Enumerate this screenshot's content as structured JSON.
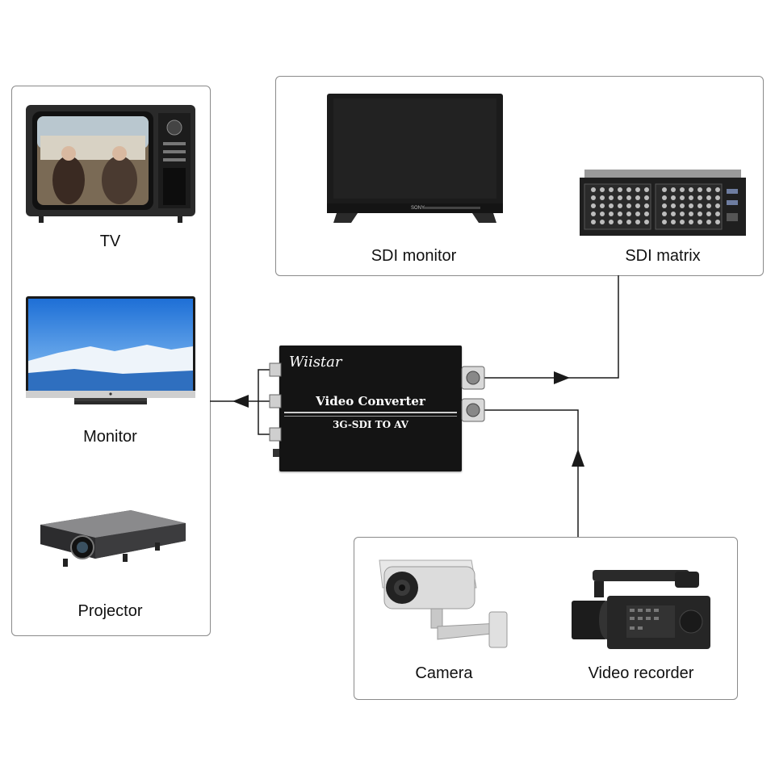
{
  "outputs": {
    "tv_label": "TV",
    "monitor_label": "Monitor",
    "projector_label": "Projector"
  },
  "sdi_sinks": {
    "sdi_monitor_label": "SDI monitor",
    "sdi_matrix_label": "SDI matrix",
    "monitor_brand": "SONY"
  },
  "sources": {
    "camera_label": "Camera",
    "video_recorder_label": "Video recorder"
  },
  "converter": {
    "brand": "Wiistar",
    "title": "Video Converter",
    "subtitle": "3G-SDI TO AV"
  },
  "colors": {
    "line": "#1a1a1a",
    "panel_border": "#8a8a8a",
    "converter_body": "#141414"
  }
}
